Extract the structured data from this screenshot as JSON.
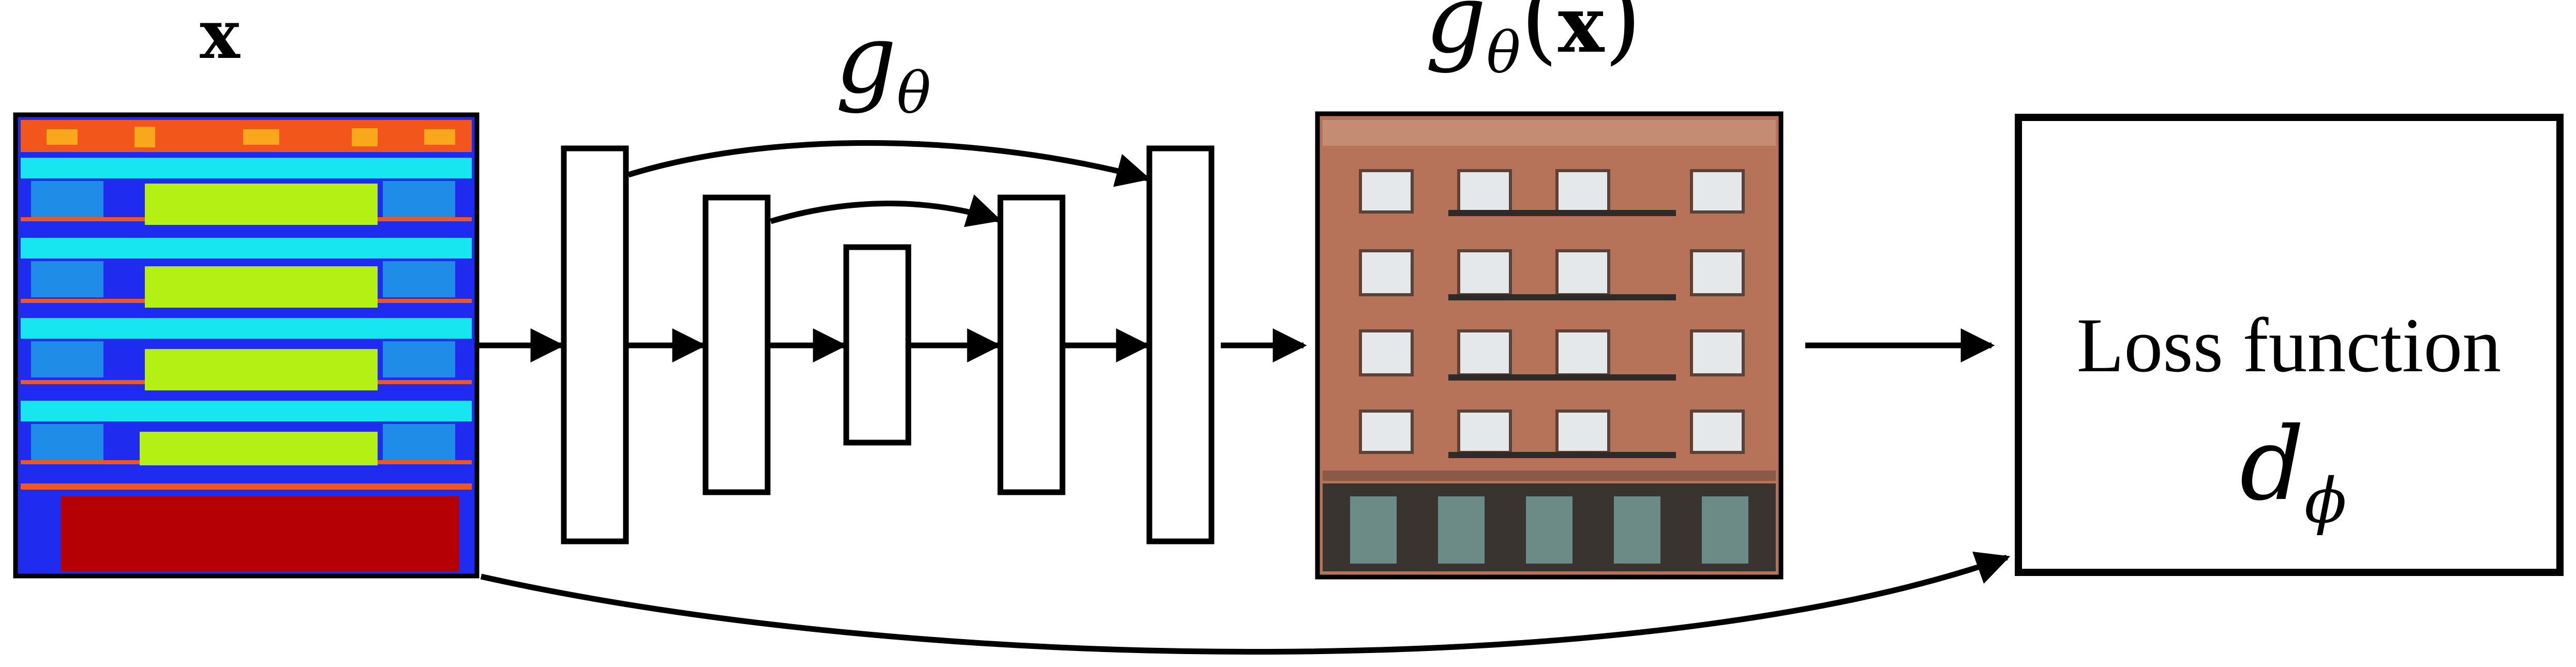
{
  "labels": {
    "input": "x",
    "generator": "g",
    "generator_sub": "θ",
    "output_func": "g",
    "output_sub": "θ",
    "output_arg_open": "(",
    "output_arg": "x",
    "output_arg_close": ")",
    "loss_line1": "Loss function",
    "loss_symbol": "d",
    "loss_sub": "ϕ"
  },
  "colors": {
    "stroke": "#000000",
    "label_map_bg": "#1f2cf0",
    "label_map_top": "#f2561a",
    "label_map_accent": "#f8a81a",
    "label_map_cyan": "#17e6f0",
    "label_map_mid": "#1f8ce8",
    "label_map_window": "#b5f015",
    "label_map_door": "#b50006",
    "facade_wall": "#b6735a",
    "facade_window": "#e4e8ea",
    "facade_dark": "#2e2a27"
  }
}
